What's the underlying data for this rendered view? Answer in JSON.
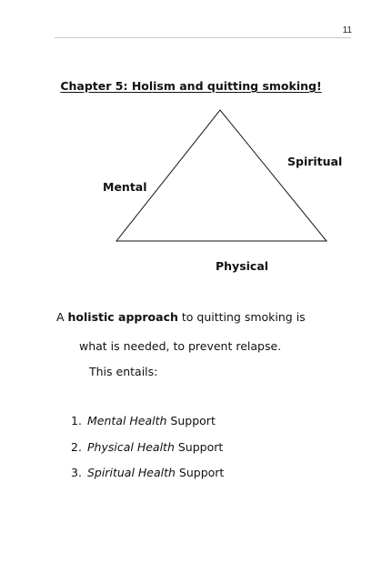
{
  "header": {
    "page_number": "11"
  },
  "chapter": {
    "title": "Chapter 5: Holism and quitting smoking!"
  },
  "diagram": {
    "labels": {
      "mental": "Mental",
      "spiritual": "Spiritual",
      "physical": "Physical"
    }
  },
  "body": {
    "line1_prefix": "A ",
    "line1_bold": "holistic approach",
    "line1_suffix": " to quitting smoking is",
    "line2": "what is needed, to prevent relapse.",
    "line3": "This entails:"
  },
  "list": {
    "items": [
      {
        "number": "1.",
        "italic": "Mental Health",
        "rest": " Support"
      },
      {
        "number": "2.",
        "italic": "Physical Health",
        "rest": " Support"
      },
      {
        "number": "3.",
        "italic": "Spiritual Health",
        "rest": " Support"
      }
    ]
  }
}
